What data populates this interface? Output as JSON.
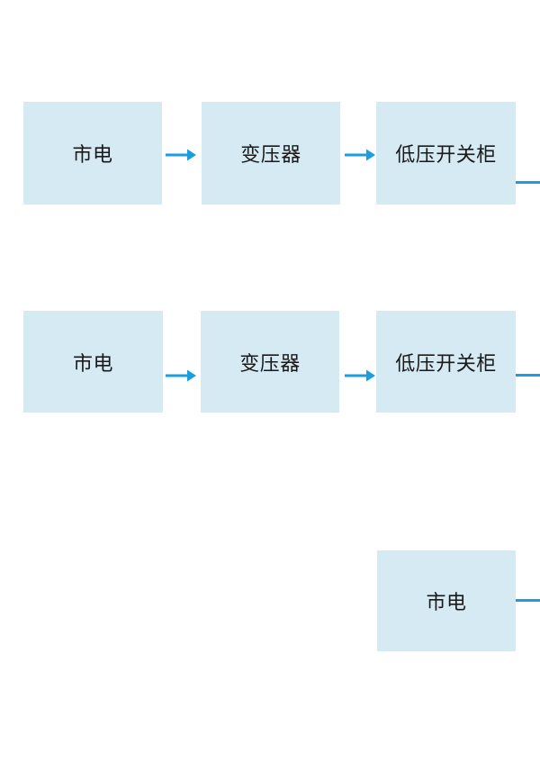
{
  "diagram": {
    "title": "power-supply-flow-diagram",
    "colors": {
      "background": "#ffffff",
      "box_fill": "#d6eaf3",
      "arrow": "#1b9de0",
      "text": "#1a1a1a"
    },
    "rows": [
      {
        "name": "power-path-1",
        "boxes": [
          {
            "label": "市电"
          },
          {
            "label": "变压器"
          },
          {
            "label": "低压开关柜"
          }
        ]
      },
      {
        "name": "power-path-2",
        "boxes": [
          {
            "label": "市电"
          },
          {
            "label": "变压器"
          },
          {
            "label": "低压开关柜"
          }
        ]
      },
      {
        "name": "power-path-3",
        "boxes": [
          {
            "label": "市电"
          }
        ]
      }
    ]
  }
}
